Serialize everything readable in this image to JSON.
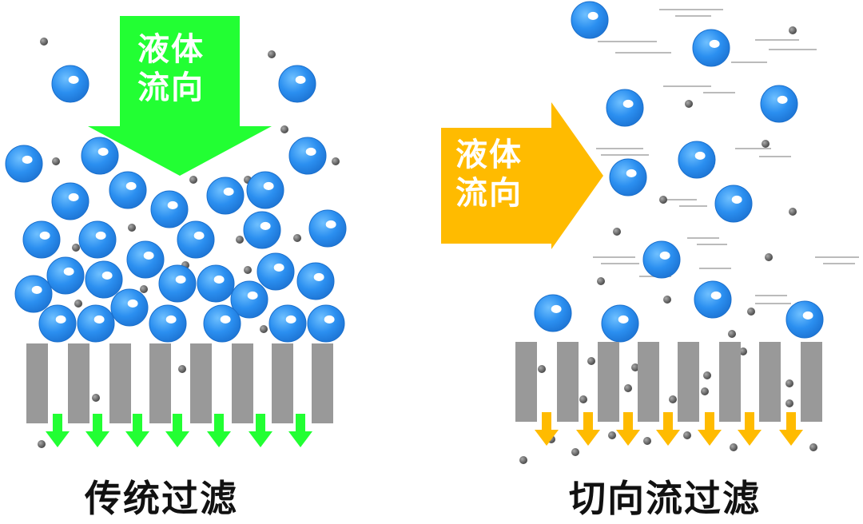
{
  "left_panel": {
    "flow_label_line1": "液体",
    "flow_label_line2": "流向",
    "caption": "传统过滤",
    "arrow_color": "#22ff33"
  },
  "right_panel": {
    "flow_label_line1": "液体",
    "flow_label_line2": "流向",
    "caption": "切向流过滤",
    "arrow_color": "#ffbb00"
  },
  "colors": {
    "particle_large": "#2b8ff0",
    "particle_small": "#555555",
    "membrane": "#999999",
    "background": "#ffffff"
  }
}
